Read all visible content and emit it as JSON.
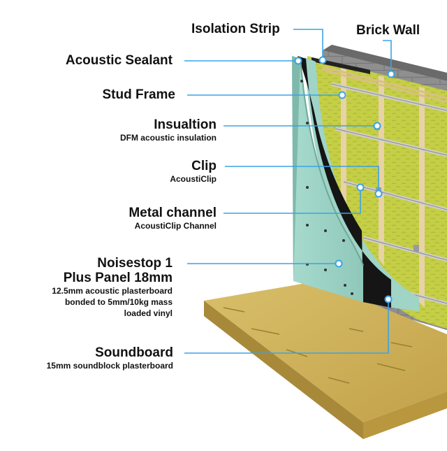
{
  "colors": {
    "leader_line": "#3aa3e6",
    "board": "#9fd4c7",
    "insulation": "#c9d24a",
    "brick": "#8e8e8e",
    "floor": "#c9a84f",
    "stud": "#e7d3a6",
    "channel": "#c9c9c9"
  },
  "labels": {
    "isolation_strip": "Isolation Strip",
    "brick_wall": "Brick Wall",
    "acoustic_sealant": "Acoustic Sealant",
    "stud_frame": "Stud Frame",
    "insulation": {
      "title": "Insualtion",
      "sub": "DFM acoustic insulation"
    },
    "clip": {
      "title": "Clip",
      "sub": "AcoustiClip"
    },
    "metal_channel": {
      "title": "Metal channel",
      "sub": "AcoustiClip Channel"
    },
    "noisestop": {
      "title1": "Noisestop 1",
      "title2": "Plus Panel 18mm",
      "sub1": "12.5mm acoustic plasterboard",
      "sub2": "bonded to 5mm/10kg mass",
      "sub3": "loaded vinyl"
    },
    "soundboard": {
      "title": "Soundboard",
      "sub": "15mm soundblock plasterboard"
    }
  }
}
